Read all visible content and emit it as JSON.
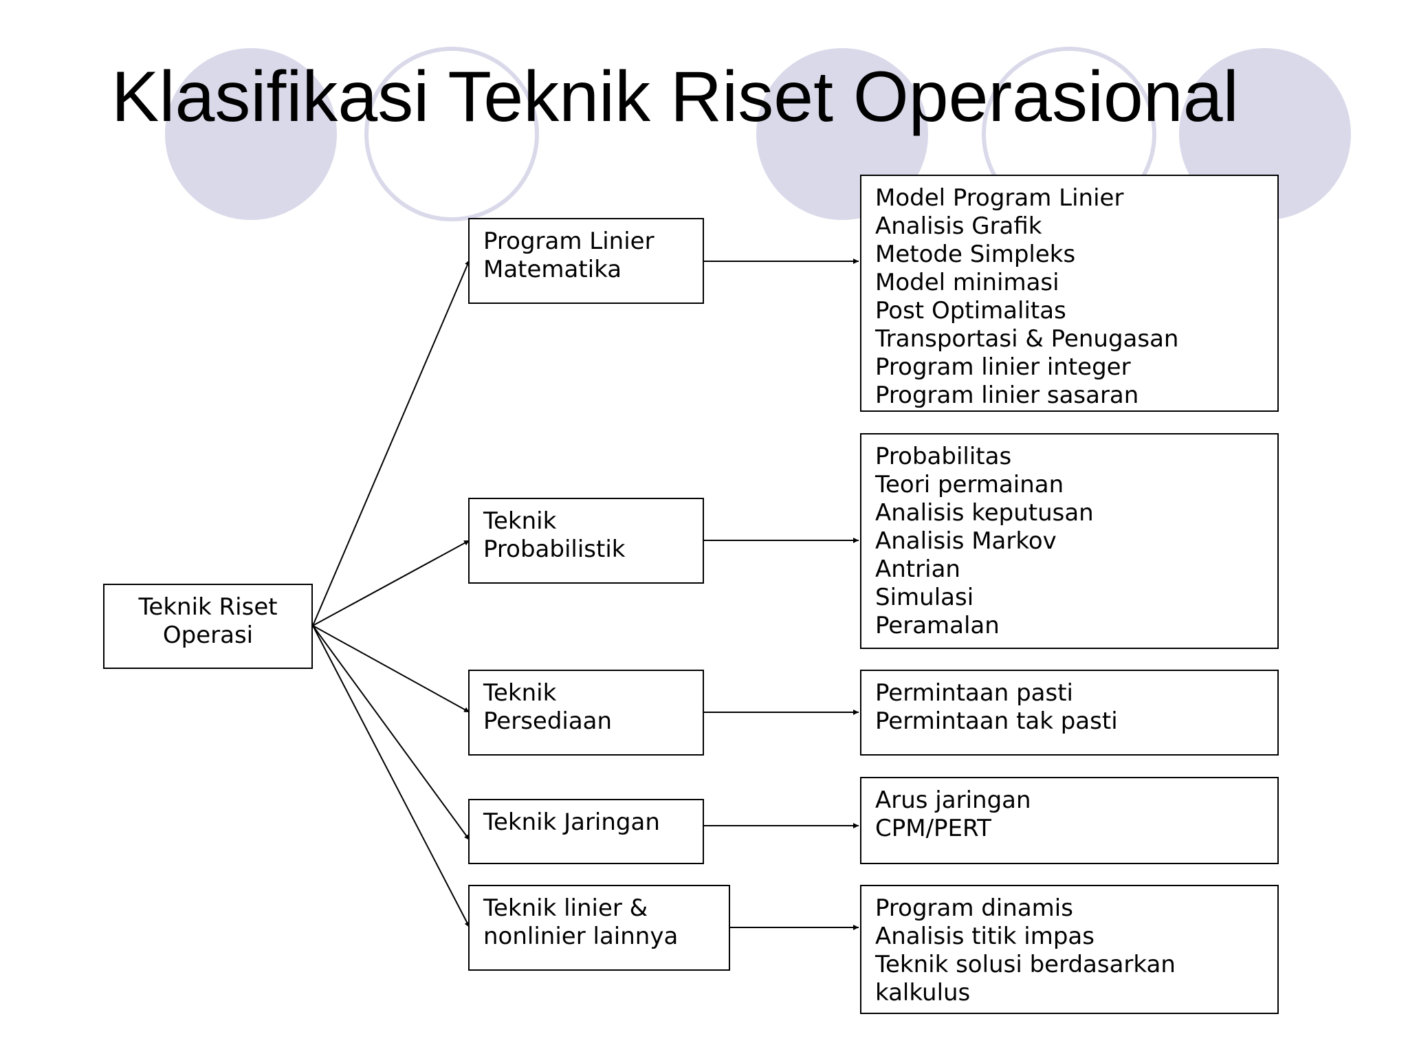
{
  "title": "Klasifikasi Teknik Riset Operasional",
  "colors": {
    "decor_circle": "#d9d9ea",
    "line": "#000000"
  },
  "root": {
    "label_lines": [
      "Teknik Riset",
      "Operasi"
    ]
  },
  "categories": [
    {
      "label_lines": [
        "Program Linier",
        "Matematika"
      ],
      "details": [
        "Model Program Linier",
        "Analisis Grafik",
        "Metode Simpleks",
        "Model minimasi",
        "Post Optimalitas",
        "Transportasi & Penugasan",
        "Program linier integer",
        "Program linier sasaran"
      ]
    },
    {
      "label_lines": [
        "Teknik",
        "Probabilistik"
      ],
      "details": [
        "Probabilitas",
        "Teori permainan",
        "Analisis keputusan",
        "Analisis Markov",
        "Antrian",
        "Simulasi",
        "Peramalan"
      ]
    },
    {
      "label_lines": [
        "Teknik",
        "Persediaan"
      ],
      "details": [
        "Permintaan pasti",
        "Permintaan tak pasti"
      ]
    },
    {
      "label_lines": [
        "Teknik Jaringan"
      ],
      "details": [
        "Arus jaringan",
        "CPM/PERT"
      ]
    },
    {
      "label_lines": [
        "Teknik linier &",
        "nonlinier lainnya"
      ],
      "details": [
        "Program dinamis",
        "Analisis titik impas",
        "Teknik solusi berdasarkan",
        "kalkulus"
      ]
    }
  ]
}
